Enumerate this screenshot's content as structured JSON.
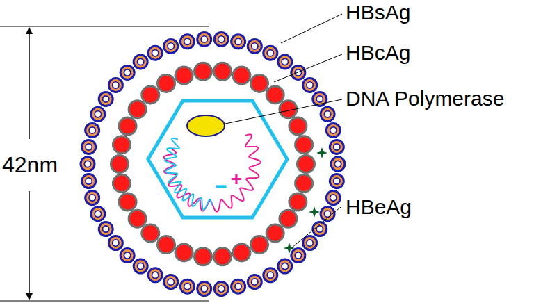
{
  "diagram": {
    "labels": [
      "HBsAg",
      "HBcAg",
      "DNA Polymerase",
      "HBeAg",
      "42nm",
      "−",
      "+"
    ]
  }
}
